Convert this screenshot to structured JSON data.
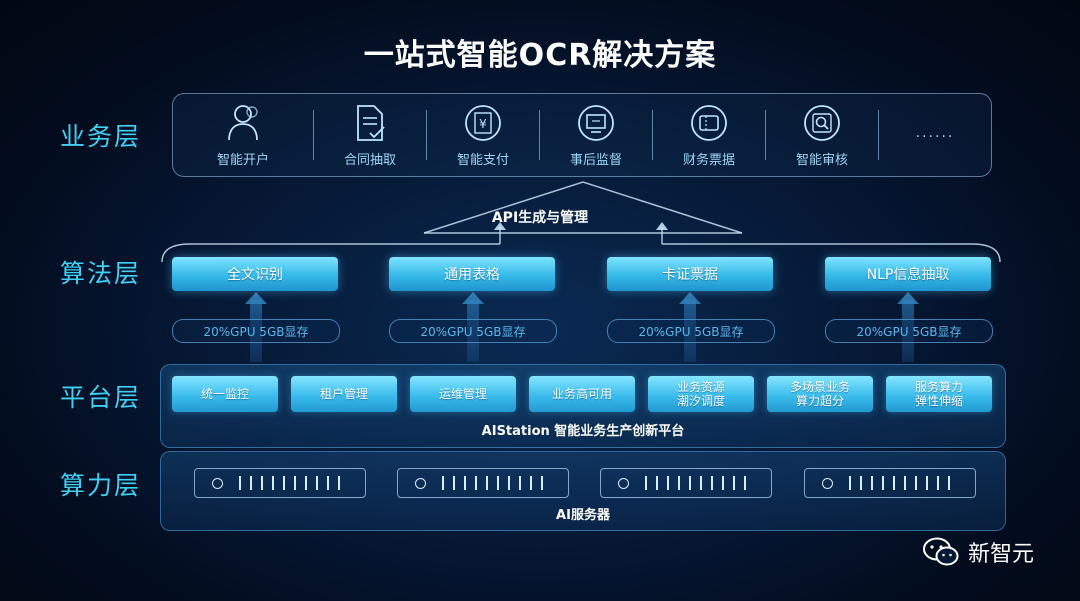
{
  "title": "一站式智能OCR解决方案",
  "layers": {
    "business": "业务层",
    "algorithm": "算法层",
    "platform": "平台层",
    "compute": "算力层"
  },
  "business_items": [
    {
      "label": "智能开户",
      "icon": "users-icon"
    },
    {
      "label": "合同抽取",
      "icon": "document-check-icon"
    },
    {
      "label": "智能支付",
      "icon": "yuan-coin-icon"
    },
    {
      "label": "事后监督",
      "icon": "monitor-icon"
    },
    {
      "label": "财务票据",
      "icon": "receipt-icon"
    },
    {
      "label": "智能审核",
      "icon": "search-review-icon"
    }
  ],
  "business_more": "......",
  "api_label": "API生成与管理",
  "algorithms": [
    "全文识别",
    "通用表格",
    "卡证票据",
    "NLP信息抽取"
  ],
  "gpu_label": "20%GPU 5GB显存",
  "platform_items": [
    [
      "统一监控"
    ],
    [
      "租户管理"
    ],
    [
      "运维管理"
    ],
    [
      "业务高可用"
    ],
    [
      "业务资源",
      "潮汐调度"
    ],
    [
      "多场景业务",
      "算力超分"
    ],
    [
      "服务算力",
      "弹性伸缩"
    ]
  ],
  "platform_name": "AIStation 智能业务生产创新平台",
  "compute_name": "AI服务器",
  "server_count": 4,
  "watermark": "新智元",
  "colors": {
    "accent": "#3fd0f4",
    "button_top": "#7fe4ff",
    "button_bottom": "#1f94cf",
    "gpu_text": "#58b8ec"
  }
}
